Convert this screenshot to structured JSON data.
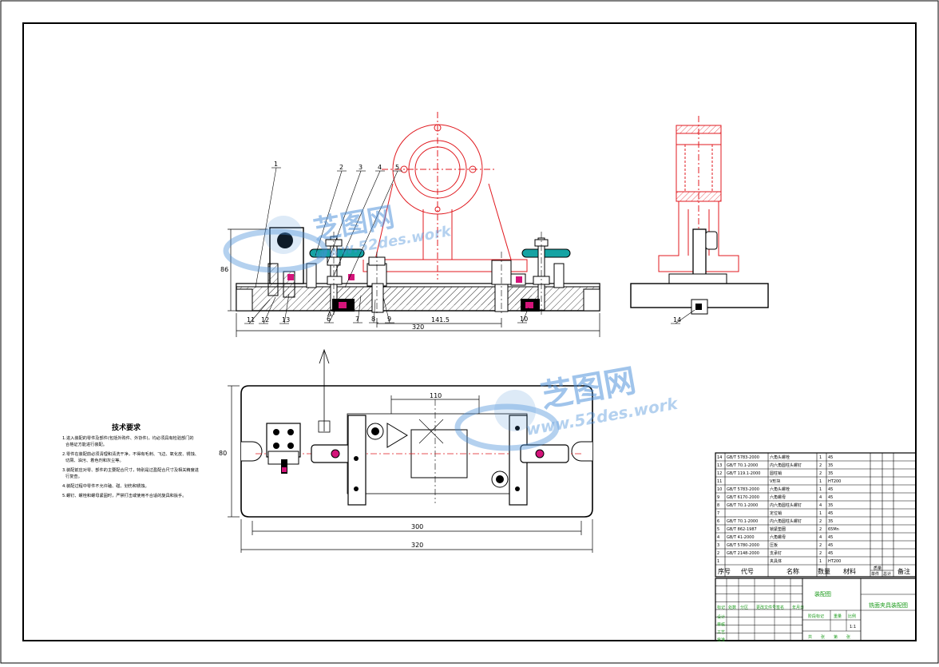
{
  "colors": {
    "outline": "#000000",
    "part": "#e0191f",
    "hatch": "#333333",
    "accent": "#d4147a",
    "teal": "#15a3a3",
    "blue": "#2a7fd4",
    "green": "#1a9a1a",
    "watermark": "#4a90d9"
  },
  "watermark": {
    "brand": "芝图网",
    "url": "www.52des.work"
  },
  "callouts": [
    "1",
    "2",
    "3",
    "4",
    "5",
    "6",
    "7",
    "8",
    "9",
    "10",
    "11",
    "12",
    "13",
    "14"
  ],
  "section_label": "A",
  "notes": {
    "title": "技术要求",
    "items": [
      "1.进入装配的零件及部件(包括外购件、外协件)，均必须具有检验部门的合格证方能进行装配。",
      "2.零件在装配前必须清理和清洗干净，不得有毛刺、飞边、氧化皮、锈蚀、切屑、油污、着色剂和灰尘等。",
      "3.装配前应对零、部件的主要配合尺寸，特别是过盈配合尺寸及相关精度进行复查。",
      "4.装配过程中零件不允许磕、碰、划伤和锈蚀。",
      "5.螺钉、螺栓和螺母紧固时，严禁打击或使用不合适的旋具和扳手。"
    ]
  },
  "bom": {
    "headers": [
      "序号",
      "代号",
      "名称",
      "数量",
      "材料",
      "单件",
      "总计",
      "备注"
    ],
    "weight_header": "质量",
    "rows": [
      {
        "no": "14",
        "code": "GB/T 5783-2000",
        "name": "六角头螺栓",
        "qty": "1",
        "mat": "45"
      },
      {
        "no": "13",
        "code": "GB/T 70.1-2000",
        "name": "内六角圆柱头螺钉",
        "qty": "2",
        "mat": "35"
      },
      {
        "no": "12",
        "code": "GB/T 119.1-2000",
        "name": "圆柱销",
        "qty": "2",
        "mat": "35"
      },
      {
        "no": "11",
        "code": "",
        "name": "V形块",
        "qty": "1",
        "mat": "HT200"
      },
      {
        "no": "10",
        "code": "GB/T 5783-2000",
        "name": "六角头螺栓",
        "qty": "1",
        "mat": "45"
      },
      {
        "no": "9",
        "code": "GB/T 6170-2000",
        "name": "六角螺母",
        "qty": "4",
        "mat": "45"
      },
      {
        "no": "8",
        "code": "GB/T 70.1-2000",
        "name": "内六角圆柱头螺钉",
        "qty": "4",
        "mat": "35"
      },
      {
        "no": "7",
        "code": "",
        "name": "定位销",
        "qty": "1",
        "mat": "45"
      },
      {
        "no": "6",
        "code": "GB/T 70.1-2000",
        "name": "内六角圆柱头螺钉",
        "qty": "2",
        "mat": "35"
      },
      {
        "no": "5",
        "code": "GB/T 862-1987",
        "name": "锁紧垫圈",
        "qty": "2",
        "mat": "65Mn"
      },
      {
        "no": "4",
        "code": "GB/T 41-2000",
        "name": "六角螺母",
        "qty": "4",
        "mat": "45"
      },
      {
        "no": "3",
        "code": "GB/T 5780-2000",
        "name": "压板",
        "qty": "2",
        "mat": "45"
      },
      {
        "no": "2",
        "code": "GB/T 2148-2000",
        "name": "支承钉",
        "qty": "2",
        "mat": "45"
      },
      {
        "no": "1",
        "code": "",
        "name": "夹具体",
        "qty": "1",
        "mat": "HT200"
      }
    ]
  },
  "title_block": {
    "assembly": "装配图",
    "drawing_name": "铣面夹具装配图",
    "row_labels": [
      "标记",
      "处数",
      "分区",
      "更改文件号",
      "签名",
      "年月日"
    ],
    "stage_labels": [
      "阶段标记",
      "重量",
      "比例"
    ],
    "scale": "1:1",
    "sheet_labels": [
      "共",
      "张",
      "第",
      "张"
    ],
    "roles": [
      "设计",
      "审核",
      "工艺",
      "批准"
    ]
  },
  "dims": {
    "top_length": "320",
    "top_center": "141.5",
    "height": "86",
    "plan_len_inner": "300",
    "plan_len_outer": "320",
    "plan_width": "80",
    "slot": "110"
  }
}
